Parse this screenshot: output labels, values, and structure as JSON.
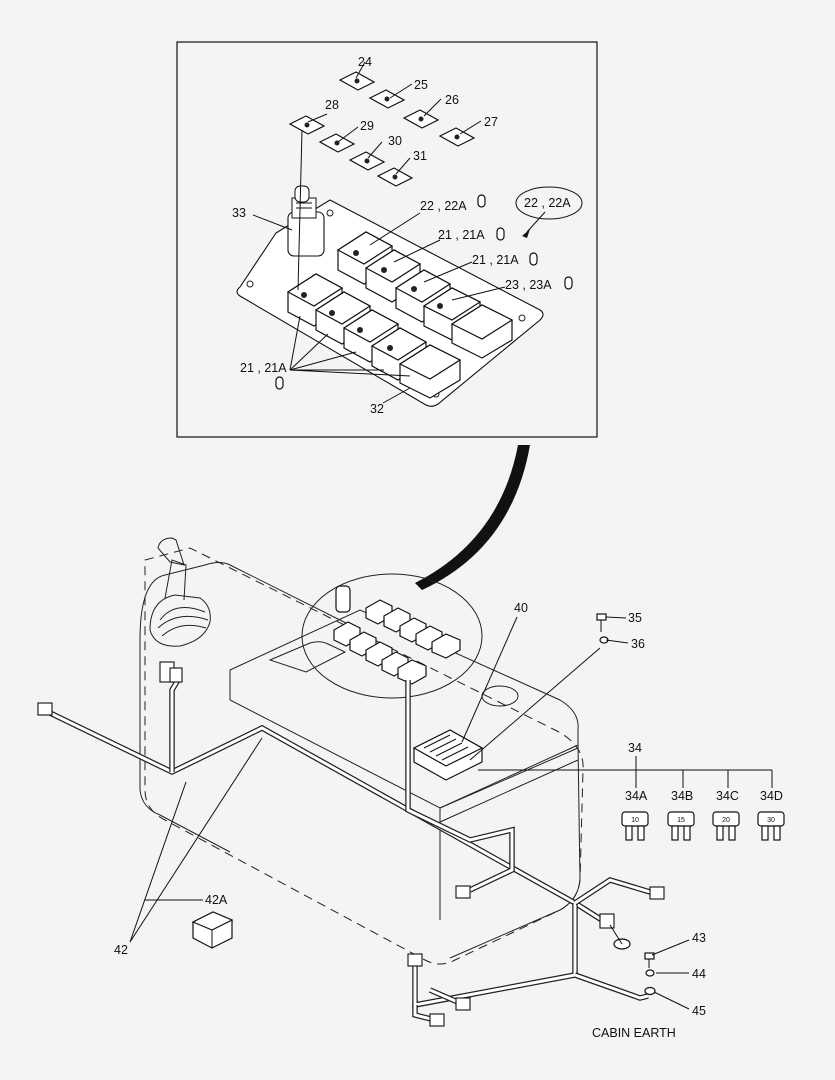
{
  "callouts": {
    "c24": "24",
    "c25": "25",
    "c26": "26",
    "c27": "27",
    "c28": "28",
    "c29": "29",
    "c30": "30",
    "c31": "31",
    "c33": "33",
    "c32": "32",
    "c22_22A_left": "22 , 22A",
    "c22_22A_oval": "22 , 22A",
    "c21_21A_a": "21 , 21A",
    "c21_21A_b": "21 , 21A",
    "c21_21A_bottom": "21 , 21A",
    "c23_23A": "23 , 23A",
    "c40": "40",
    "c35": "35",
    "c36": "36",
    "c34": "34",
    "c34A": "34A",
    "c34B": "34B",
    "c34C": "34C",
    "c34D": "34D",
    "c42": "42",
    "c42A": "42A",
    "c43": "43",
    "c44": "44",
    "c45": "45"
  },
  "fuse_ratings": {
    "f34A": "10",
    "f34B": "15",
    "f34C": "20",
    "f34D": "30"
  },
  "cabin_earth_label": "CABIN EARTH",
  "icons": {
    "switch_symbols": [
      "lamp-icon",
      "beacon-icon",
      "wiper-icon",
      "light-icon",
      "horn-icon",
      "seat-icon",
      "fan-icon",
      "heater-icon"
    ],
    "bulb": "bulb-icon",
    "fuse": "blade-fuse-icon"
  }
}
